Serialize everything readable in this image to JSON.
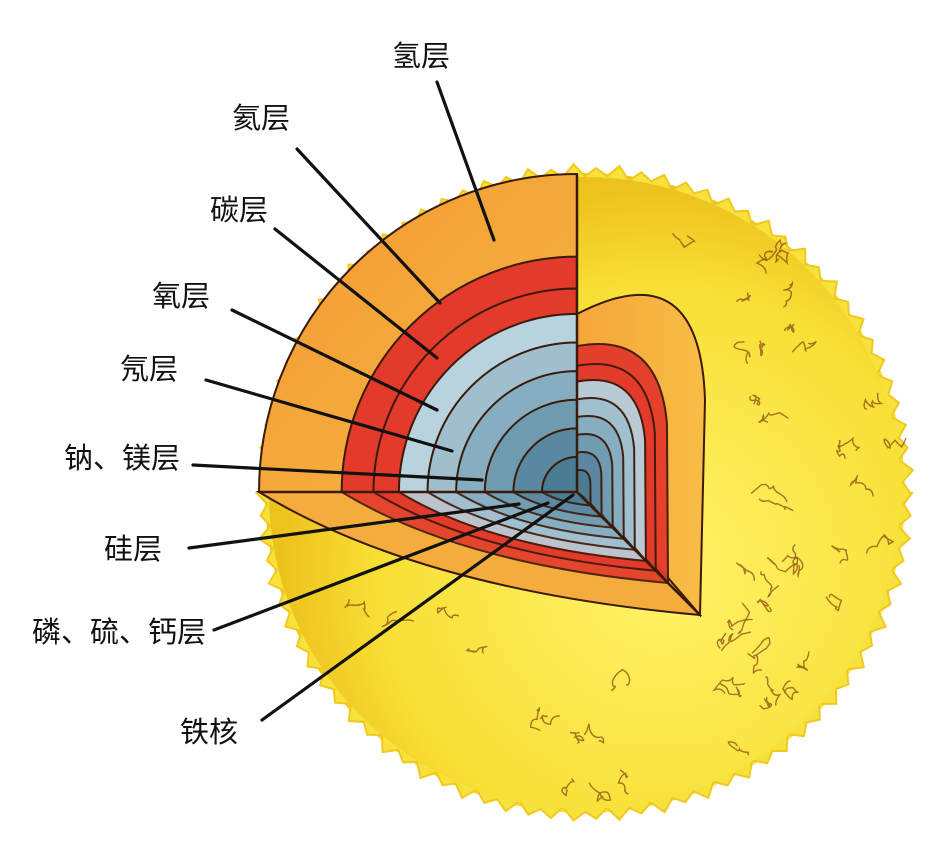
{
  "labels": {
    "hydrogen": "氢层",
    "helium": "氦层",
    "carbon": "碳层",
    "oxygen": "氧层",
    "neon": "氖层",
    "sodium_magnesium": "钠、镁层",
    "silicon": "硅层",
    "phosphorus_sulfur_calcium": "磷、硫、钙层",
    "iron_core": "铁核"
  },
  "colors": {
    "surface_yellow": "#f7e13c",
    "surface_edge": "#f0c81e",
    "orange_layer": "#f2a533",
    "red_layer": "#e33a2b",
    "blue_inner": "#7fa9c0",
    "blue_core": "#4a7c94",
    "outline": "#3a1a0a"
  }
}
